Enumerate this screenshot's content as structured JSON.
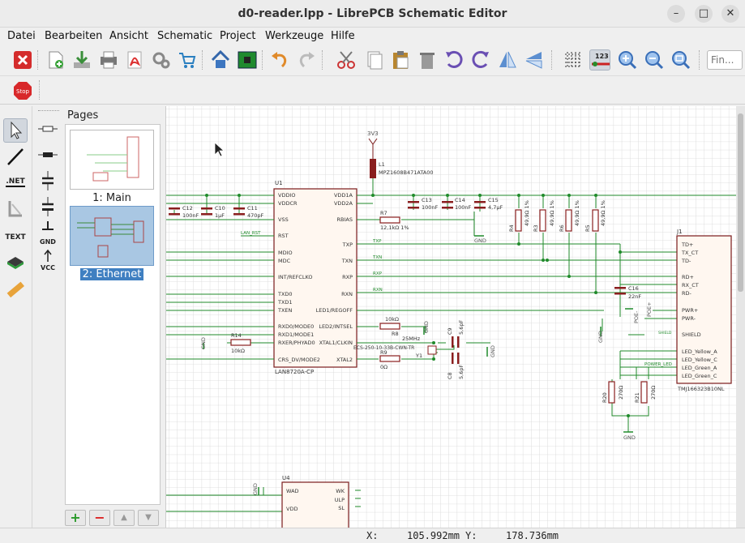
{
  "window": {
    "title": "d0-reader.lpp - LibrePCB Schematic Editor"
  },
  "menu": [
    "Datei",
    "Bearbeiten",
    "Ansicht",
    "Schematic",
    "Project",
    "Werkzeuge",
    "Hilfe"
  ],
  "toolbar": {
    "search_placeholder": "Fin..."
  },
  "pages_panel": {
    "title": "Pages",
    "pages": [
      {
        "label": "1: Main",
        "selected": false
      },
      {
        "label": "2: Ethernet",
        "selected": true
      }
    ]
  },
  "tools": {
    "net_label": ".NET",
    "text_label": "TEXT",
    "gnd_label": "GND",
    "vcc_label": "VCC",
    "stop_label": "Stop"
  },
  "schematic": {
    "u1": {
      "ref": "U1",
      "value": "LAN8720A-CP",
      "left_pins": [
        "VDDIO",
        "VDDCR",
        "VSS",
        "RST",
        "MDIO",
        "MDC",
        "INT/REFCLKO",
        "TXD0",
        "TXD1",
        "TXEN",
        "RXD0/MODE0",
        "RXD1/MODE1",
        "RXER/PHYAD0",
        "CRS_DV/MODE2"
      ],
      "right_pins": [
        "VDD1A",
        "VDD2A",
        "RBIAS",
        "TXP",
        "TXN",
        "RXP",
        "RXN",
        "LED1/REGOFF",
        "LED2/INTSEL",
        "XTAL1/CLKIN",
        "XTAL2"
      ]
    },
    "j1": {
      "ref": "J1",
      "value": "TMJ166323B10NL",
      "pins": [
        "TD+",
        "TX_CT",
        "TD-",
        "RD+",
        "RX_CT",
        "RD-",
        "PWR+",
        "PWR-",
        "SHIELD",
        "LED_Yellow_A",
        "LED_Yellow_C",
        "LED_Green_A",
        "LED_Green_C"
      ]
    },
    "u4": {
      "ref": "U4",
      "left_pins": [
        "WAD",
        "VDD"
      ],
      "right_pins": [
        "WK",
        "ULP",
        "SL"
      ]
    },
    "power": {
      "v3v3": "3V3",
      "gnd": "GND",
      "poe_minus": "POE-",
      "poe_plus": "POE+",
      "power_led": "POWER_LED"
    },
    "l1": {
      "ref": "L1",
      "value": "MPZ1608B471ATA00"
    },
    "caps": [
      {
        "ref": "C12",
        "value": "100nF"
      },
      {
        "ref": "C10",
        "value": "1µF"
      },
      {
        "ref": "C11",
        "value": "470pF"
      },
      {
        "ref": "C13",
        "value": "100nF"
      },
      {
        "ref": "C14",
        "value": "100nF"
      },
      {
        "ref": "C15",
        "value": "4,7µF"
      },
      {
        "ref": "C16",
        "value": "22nF"
      },
      {
        "ref": "C9",
        "value": "5,6pF"
      },
      {
        "ref": "C8",
        "value": "5,6pF"
      }
    ],
    "resistors": [
      {
        "ref": "R7",
        "value": "12,1kΩ 1%"
      },
      {
        "ref": "R8",
        "value": "10kΩ"
      },
      {
        "ref": "R9",
        "value": "0Ω"
      },
      {
        "ref": "R14",
        "value": "10kΩ"
      },
      {
        "ref": "R3",
        "value": "49,9Ω 1%"
      },
      {
        "ref": "R4",
        "value": "49,9Ω 1%"
      },
      {
        "ref": "R5",
        "value": "49,9Ω 1%"
      },
      {
        "ref": "R6",
        "value": "49,9Ω 1%"
      },
      {
        "ref": "R20",
        "value": "270Ω"
      },
      {
        "ref": "R21",
        "value": "270Ω"
      }
    ],
    "crystal": {
      "ref": "Y1",
      "freq": "25MHz",
      "part": "ECS-250-10-33B-CWN-TR"
    },
    "nets": {
      "txp": "TXP",
      "txn": "TXN",
      "rxp": "RXP",
      "rxn": "RXN",
      "lan_rst": "LAN_RST",
      "shield": "SHIELD"
    }
  },
  "status": {
    "x_label": "X:",
    "x_value": "105.992mm",
    "y_label": "Y:",
    "y_value": "178.736mm"
  }
}
